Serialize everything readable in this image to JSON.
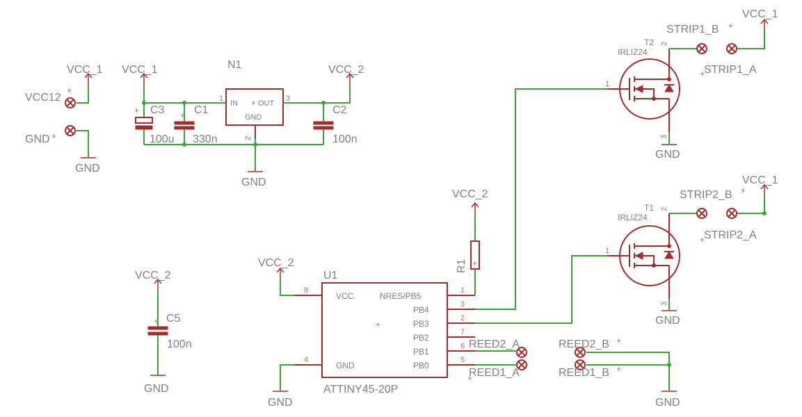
{
  "colors": {
    "wire": "#3aa33a",
    "symbol": "#a52a2a",
    "text": "#808080",
    "background": "#ffffff"
  },
  "supplies": {
    "vcc1": "VCC_1",
    "vcc2": "VCC_2",
    "gnd": "GND"
  },
  "connectors": {
    "vcc12": "VCC12",
    "gnd": "GND",
    "strip1_a": "STRIP1_A",
    "strip1_b": "STRIP1_B",
    "strip2_a": "STRIP2_A",
    "strip2_b": "STRIP2_B",
    "reed1_a": "REED1_A",
    "reed1_b": "REED1_B",
    "reed2_a": "REED2_A",
    "reed2_b": "REED2_B"
  },
  "regulator": {
    "name": "N1",
    "pin_in": "IN",
    "pin_out": "OUT",
    "pin_gnd": "GND",
    "pin1": "1",
    "pin2": "2",
    "pin3": "3"
  },
  "capacitors": {
    "c1": {
      "name": "C1",
      "value": "330n"
    },
    "c2": {
      "name": "C2",
      "value": "100n"
    },
    "c3": {
      "name": "C3",
      "value": "100u"
    },
    "c5": {
      "name": "C5",
      "value": "100n"
    }
  },
  "resistor": {
    "name": "R1"
  },
  "mcu": {
    "name": "U1",
    "value": "ATTINY45-20P",
    "pins_left": {
      "vcc": "VCC",
      "gnd": "GND"
    },
    "pins_right": [
      "NRES/PB5",
      "PB4",
      "PB3",
      "PB2",
      "PB1",
      "PB0"
    ],
    "pin_numbers": {
      "vcc": "8",
      "gnd": "4",
      "pb5": "1",
      "pb4": "3",
      "pb3": "2",
      "pb2": "7",
      "pb1": "6",
      "pb0": "5"
    }
  },
  "mosfets": {
    "t1": {
      "name": "T1",
      "value": "IRLIZ24"
    },
    "t2": {
      "name": "T2",
      "value": "IRLIZ24"
    },
    "pin1": "1",
    "pin2": "2",
    "pin3": "3"
  },
  "plus": "+"
}
